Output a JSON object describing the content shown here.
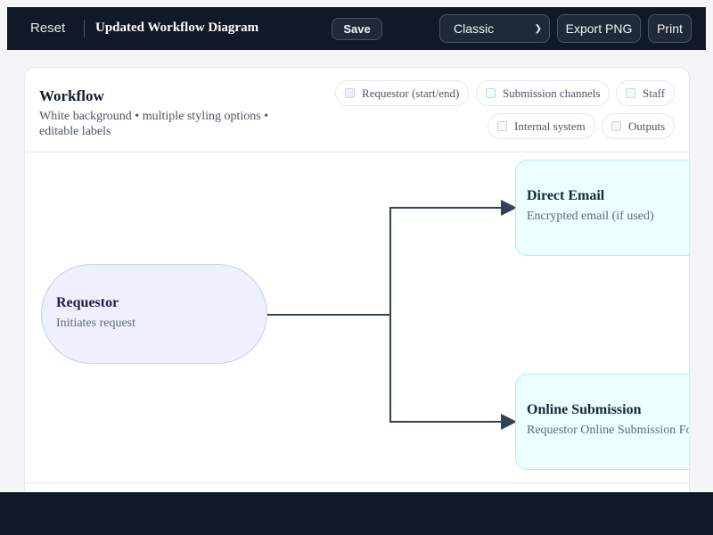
{
  "toolbar": {
    "reset": "Reset",
    "title": "Updated Workflow Diagram",
    "save": "Save",
    "theme": "Classic",
    "export": "Export PNG",
    "print": "Print"
  },
  "card": {
    "title": "Workflow",
    "subtitle": "White background • multiple styling options • editable labels"
  },
  "legend": [
    {
      "label": "Requestor (start/end)",
      "color": "#eef1fd"
    },
    {
      "label": "Submission channels",
      "color": "#ecfeff"
    },
    {
      "label": "Staff",
      "color": "#f0fdf4"
    },
    {
      "label": "Internal system",
      "color": "#fff7ed"
    },
    {
      "label": "Outputs",
      "color": "#fdf2f8"
    }
  ],
  "nodes": {
    "requestor": {
      "title": "Requestor",
      "desc": "Initiates request"
    },
    "email": {
      "title": "Direct Email",
      "desc": "Encrypted email (if used)"
    },
    "online": {
      "title": "Online Submission",
      "desc": "Requestor Online Submission Fo"
    }
  }
}
